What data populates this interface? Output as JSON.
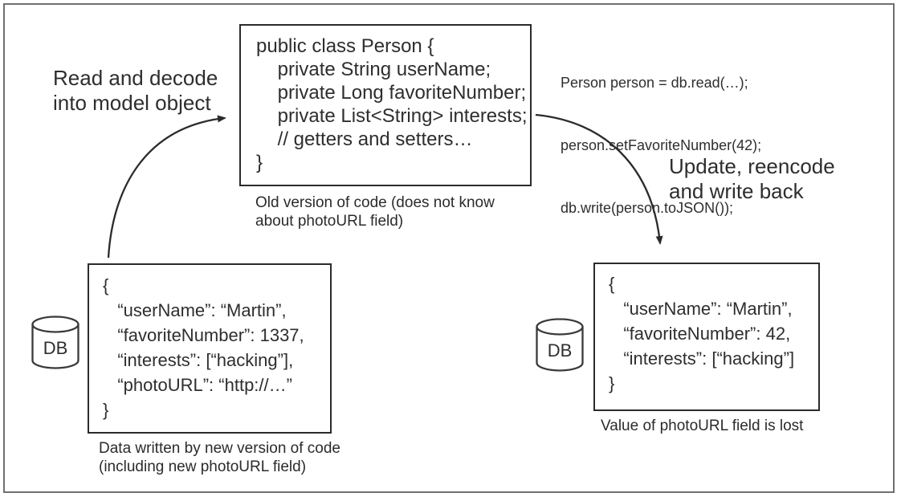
{
  "labels": {
    "read_decode": [
      "Read and decode",
      "into model object"
    ],
    "update_write": [
      "Update, reencode",
      "and write back"
    ]
  },
  "old_code_box": {
    "lines": [
      "public class Person {",
      "    private String userName;",
      "    private Long favoriteNumber;",
      "    private List<String> interests;",
      "    // getters and setters…",
      "}"
    ],
    "caption": [
      "Old version of code (does not know",
      "about photoURL field)"
    ]
  },
  "update_code": {
    "lines": [
      "Person person = db.read(…);",
      "person.setFavoriteNumber(42);",
      "db.write(person.toJSON());"
    ]
  },
  "db_left": {
    "label": "DB",
    "json_lines": [
      "{",
      "   “userName”: “Martin”,",
      "   “favoriteNumber”: 1337,",
      "   “interests”: [“hacking”],",
      "   “photoURL”: “http://…”",
      "}"
    ],
    "caption": [
      "Data written by new version of code",
      "(including new photoURL field)"
    ]
  },
  "db_right": {
    "label": "DB",
    "json_lines": [
      "{",
      "   “userName”: “Martin”,",
      "   “favoriteNumber”: 42,",
      "   “interests”: [“hacking”]",
      "}"
    ],
    "caption": [
      "Value of photoURL field is lost"
    ]
  },
  "colors": {
    "stroke": "#2b2b2b",
    "frame": "#707070"
  }
}
